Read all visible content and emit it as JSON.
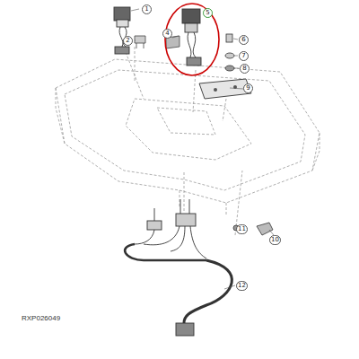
{
  "diagram": {
    "labels": [
      "1",
      "2",
      "4",
      "5",
      "6",
      "7",
      "8",
      "9",
      "11",
      "10",
      "12",
      "RXP026049"
    ]
  }
}
